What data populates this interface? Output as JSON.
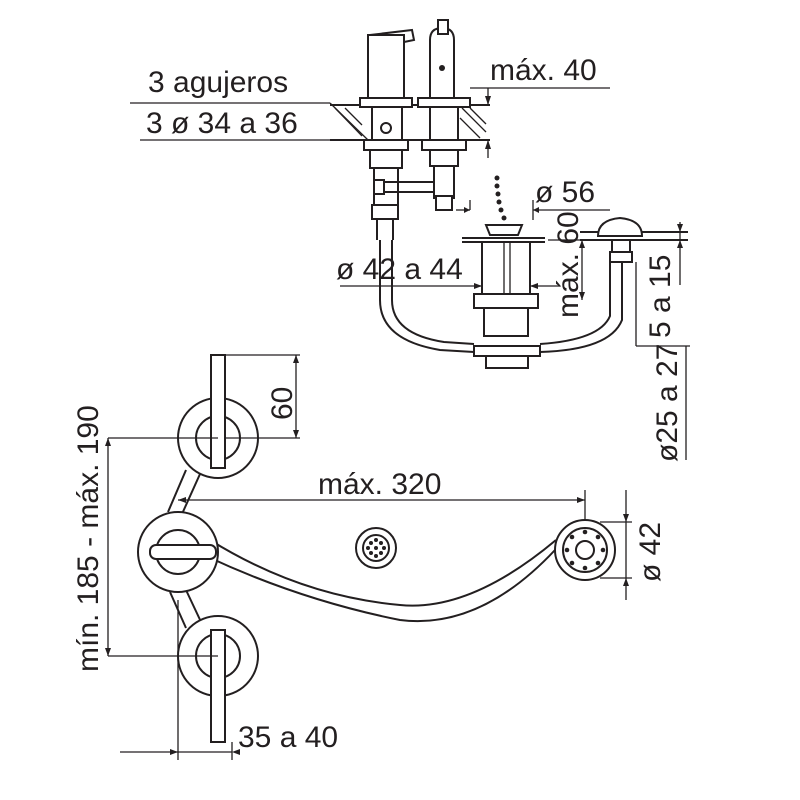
{
  "labels": {
    "holes": "3 agujeros",
    "hole_diameter": "3 ø 34 a 36",
    "max_height": "máx. 40",
    "drain_diameter": "ø 56",
    "drain_height": "máx. 60",
    "valve_diameter": "ø 42 a 44",
    "plate_thickness": "5 a 15",
    "pipe_diameter": "ø25 a 27",
    "handle_height": "60",
    "vertical_span": "mín. 185 - máx. 190",
    "horizontal_span": "máx. 320",
    "outlet_diameter": "ø 42",
    "lever_offset": "35 a 40"
  }
}
